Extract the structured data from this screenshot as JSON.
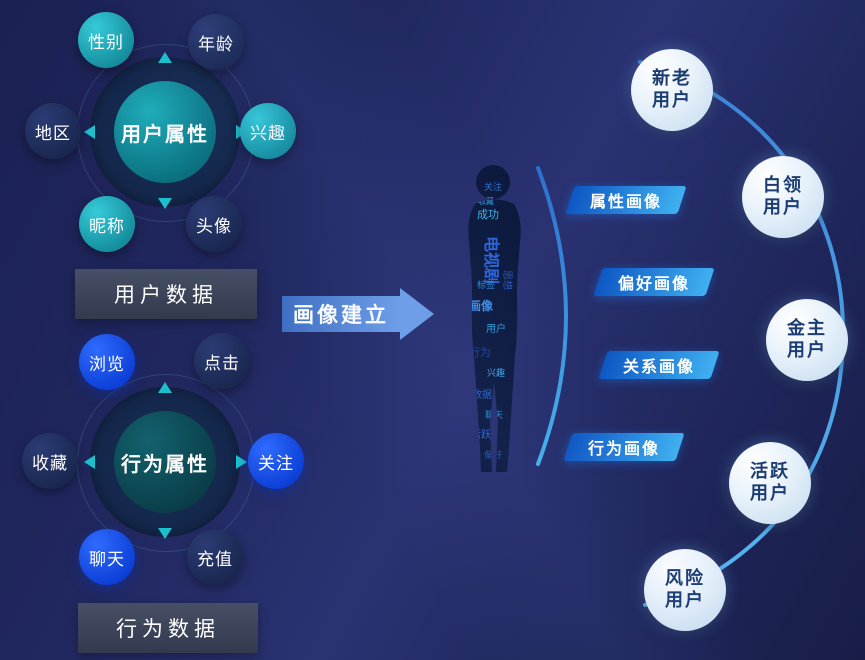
{
  "clusters": [
    {
      "center_label": "用户属性",
      "data_label": "用户数据",
      "satellites": [
        "性别",
        "年龄",
        "地区",
        "兴趣",
        "昵称",
        "头像"
      ]
    },
    {
      "center_label": "行为属性",
      "data_label": "行为数据",
      "satellites": [
        "浏览",
        "点击",
        "收藏",
        "关注",
        "聊天",
        "充值"
      ]
    }
  ],
  "arrow_label": "画像建立",
  "profiles": [
    "属性画像",
    "偏好画像",
    "关系画像",
    "行为画像"
  ],
  "segments": [
    {
      "line1": "新老",
      "line2": "用户"
    },
    {
      "line1": "白领",
      "line2": "用户"
    },
    {
      "line1": "金主",
      "line2": "用户"
    },
    {
      "line1": "活跃",
      "line2": "用户"
    },
    {
      "line1": "风险",
      "line2": "用户"
    }
  ],
  "wordcloud": {
    "words": [
      "电视剧",
      "成功",
      "思想",
      "画像",
      "用户",
      "行为",
      "兴趣",
      "数据",
      "聊天",
      "活跃",
      "偏好",
      "标签",
      "关注",
      "收藏"
    ]
  },
  "colors": {
    "teal": "#1fa9b8",
    "navy": "#1e2c56",
    "bright_blue": "#1550ee",
    "arrow_blue": "#5c93e6",
    "pill_blue_start": "#0e57c4",
    "pill_blue_end": "#3fb0f0",
    "segment_text": "#1c3d74",
    "background": "#20265c"
  }
}
